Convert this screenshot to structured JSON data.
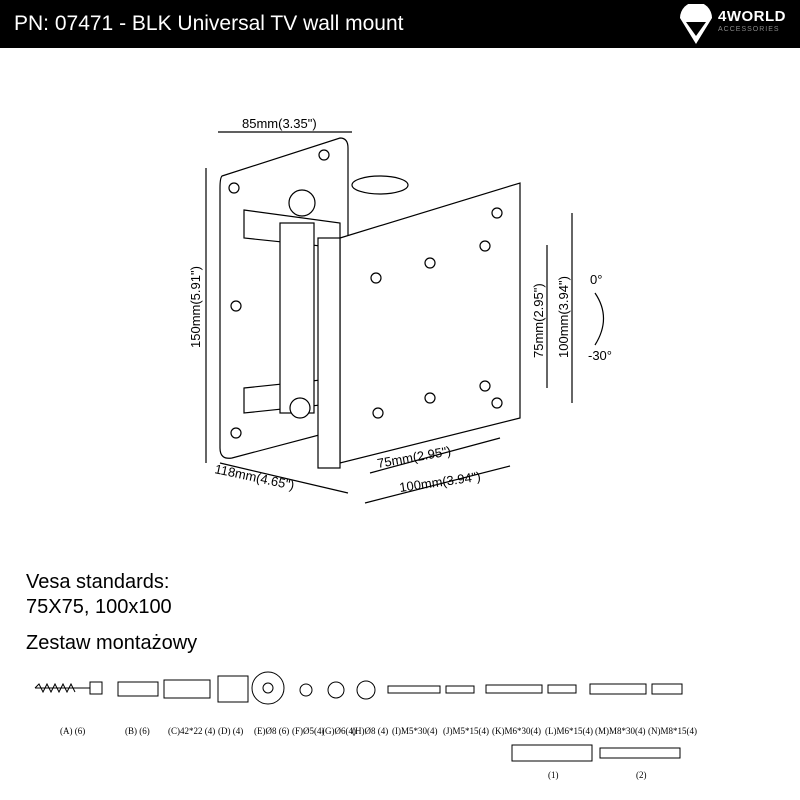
{
  "header": {
    "title": "PN: 07471 - BLK Universal TV wall mount",
    "brand": "4WORLD",
    "brand_sub": "ACCESSORIES"
  },
  "dimensions": {
    "top_width": "85mm(3.35\")",
    "height": "150mm(5.91\")",
    "depth": "118mm(4.65\")",
    "vesa75_h": "75mm(2.95\")",
    "vesa100_h": "100mm(3.94\")",
    "vesa75_v": "75mm(2.95\")",
    "vesa100_v": "100mm(3.94\")",
    "tilt_top": "0°",
    "tilt_bottom": "-30°"
  },
  "vesa": {
    "line1": "Vesa standards:",
    "line2": "75X75, 100x100"
  },
  "kit": {
    "title": "Zestaw montażowy",
    "parts": [
      "(A) (6)",
      "(B) (6)",
      "(C)42*22 (4)",
      "(D) (4)",
      "(E)Ø8 (6)",
      "(F)Ø5(4)",
      "(G)Ø6(4)",
      "(H)Ø8 (4)",
      "(I)M5*30(4)",
      "(J)M5*15(4)",
      "(K)M6*30(4)",
      "(L)M6*15(4)",
      "(M)M8*30(4)",
      "(N)M8*15(4)"
    ],
    "extras": [
      "(1)",
      "(2)"
    ]
  }
}
